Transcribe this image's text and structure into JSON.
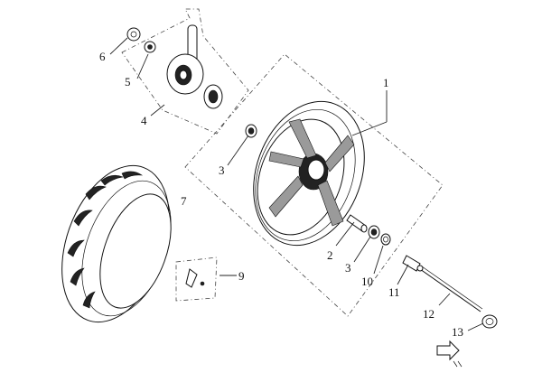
{
  "callouts": {
    "c1": "1",
    "c2": "2",
    "c3a": "3",
    "c3b": "3",
    "c4": "4",
    "c5": "5",
    "c6": "6",
    "c7": "7",
    "c9": "9",
    "c10": "10",
    "c11": "11",
    "c12": "12",
    "c13": "13"
  }
}
